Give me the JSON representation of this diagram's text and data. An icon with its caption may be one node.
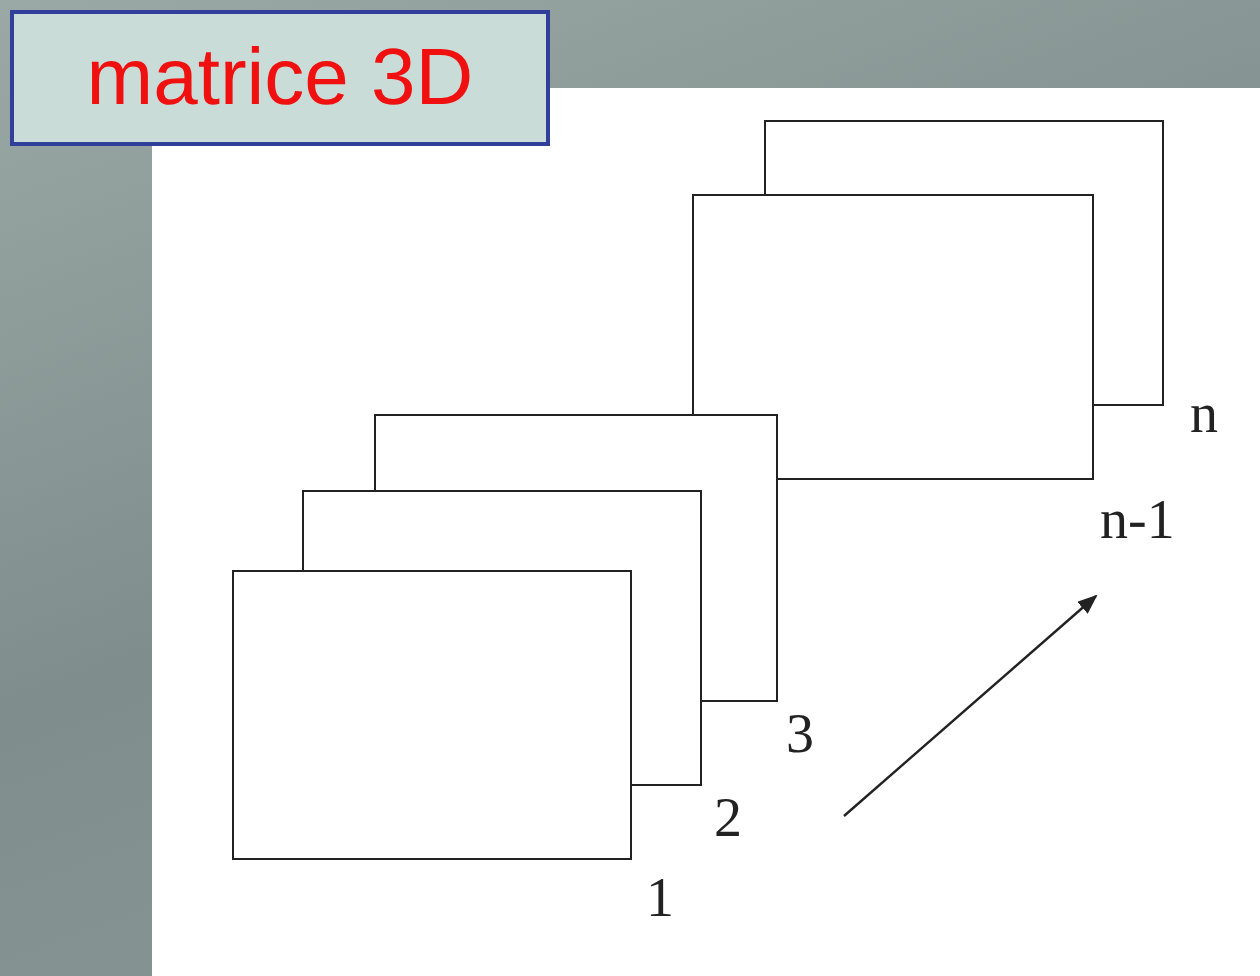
{
  "diagram": {
    "title": "matrice 3D",
    "nodes": [
      {
        "text": [],
        "shape": "box",
        "beside": [
          "1"
        ]
      },
      {
        "text": [],
        "shape": "box",
        "beside": [
          "2"
        ]
      },
      {
        "text": [],
        "shape": "box",
        "beside": [
          "3"
        ]
      },
      {
        "text": [],
        "shape": "box",
        "beside": [
          "n-1"
        ]
      },
      {
        "text": [],
        "shape": "box",
        "beside": [
          "n"
        ]
      }
    ]
  }
}
